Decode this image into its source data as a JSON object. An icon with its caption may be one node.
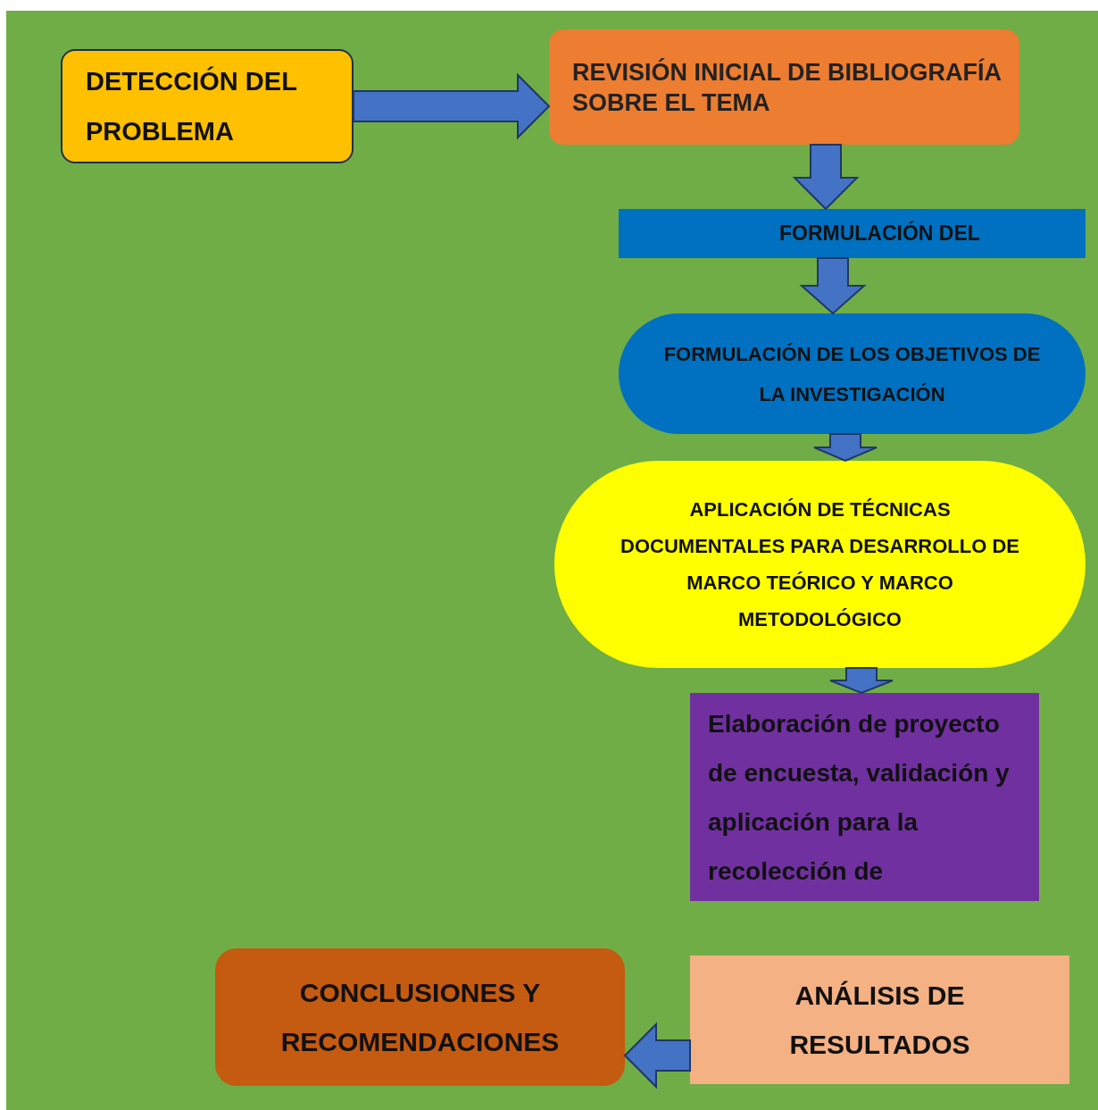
{
  "diagram": {
    "nodes": [
      {
        "text": [
          "DETECCIÓN DEL PROBLEMA"
        ]
      },
      {
        "text": [
          "REVISIÓN INICIAL DE BIBLIOGRAFÍA SOBRE EL TEMA"
        ]
      },
      {
        "text": [
          "FORMULACIÓN DEL"
        ]
      },
      {
        "text": [
          "FORMULACIÓN DE LOS OBJETIVOS DE LA INVESTIGACIÓN"
        ]
      },
      {
        "text": [
          "APLICACIÓN DE TÉCNICAS DOCUMENTALES PARA DESARROLLO DE MARCO TEÓRICO Y MARCO METODOLÓGICO"
        ]
      },
      {
        "text": [
          "Elaboración de proyecto de encuesta, validación y aplicación para la recolección de"
        ]
      },
      {
        "text": [
          "ANÁLISIS DE RESULTADOS"
        ]
      },
      {
        "text": [
          "CONCLUSIONES Y RECOMENDACIONES"
        ]
      }
    ],
    "edges": [
      {
        "from": 0,
        "to": 1,
        "arrow": "to"
      },
      {
        "from": 1,
        "to": 2,
        "arrow": "to"
      },
      {
        "from": 2,
        "to": 3,
        "arrow": "to"
      },
      {
        "from": 3,
        "to": 4,
        "arrow": "to"
      },
      {
        "from": 4,
        "to": 5,
        "arrow": "to"
      },
      {
        "from": 6,
        "to": 7,
        "arrow": "to"
      }
    ]
  }
}
